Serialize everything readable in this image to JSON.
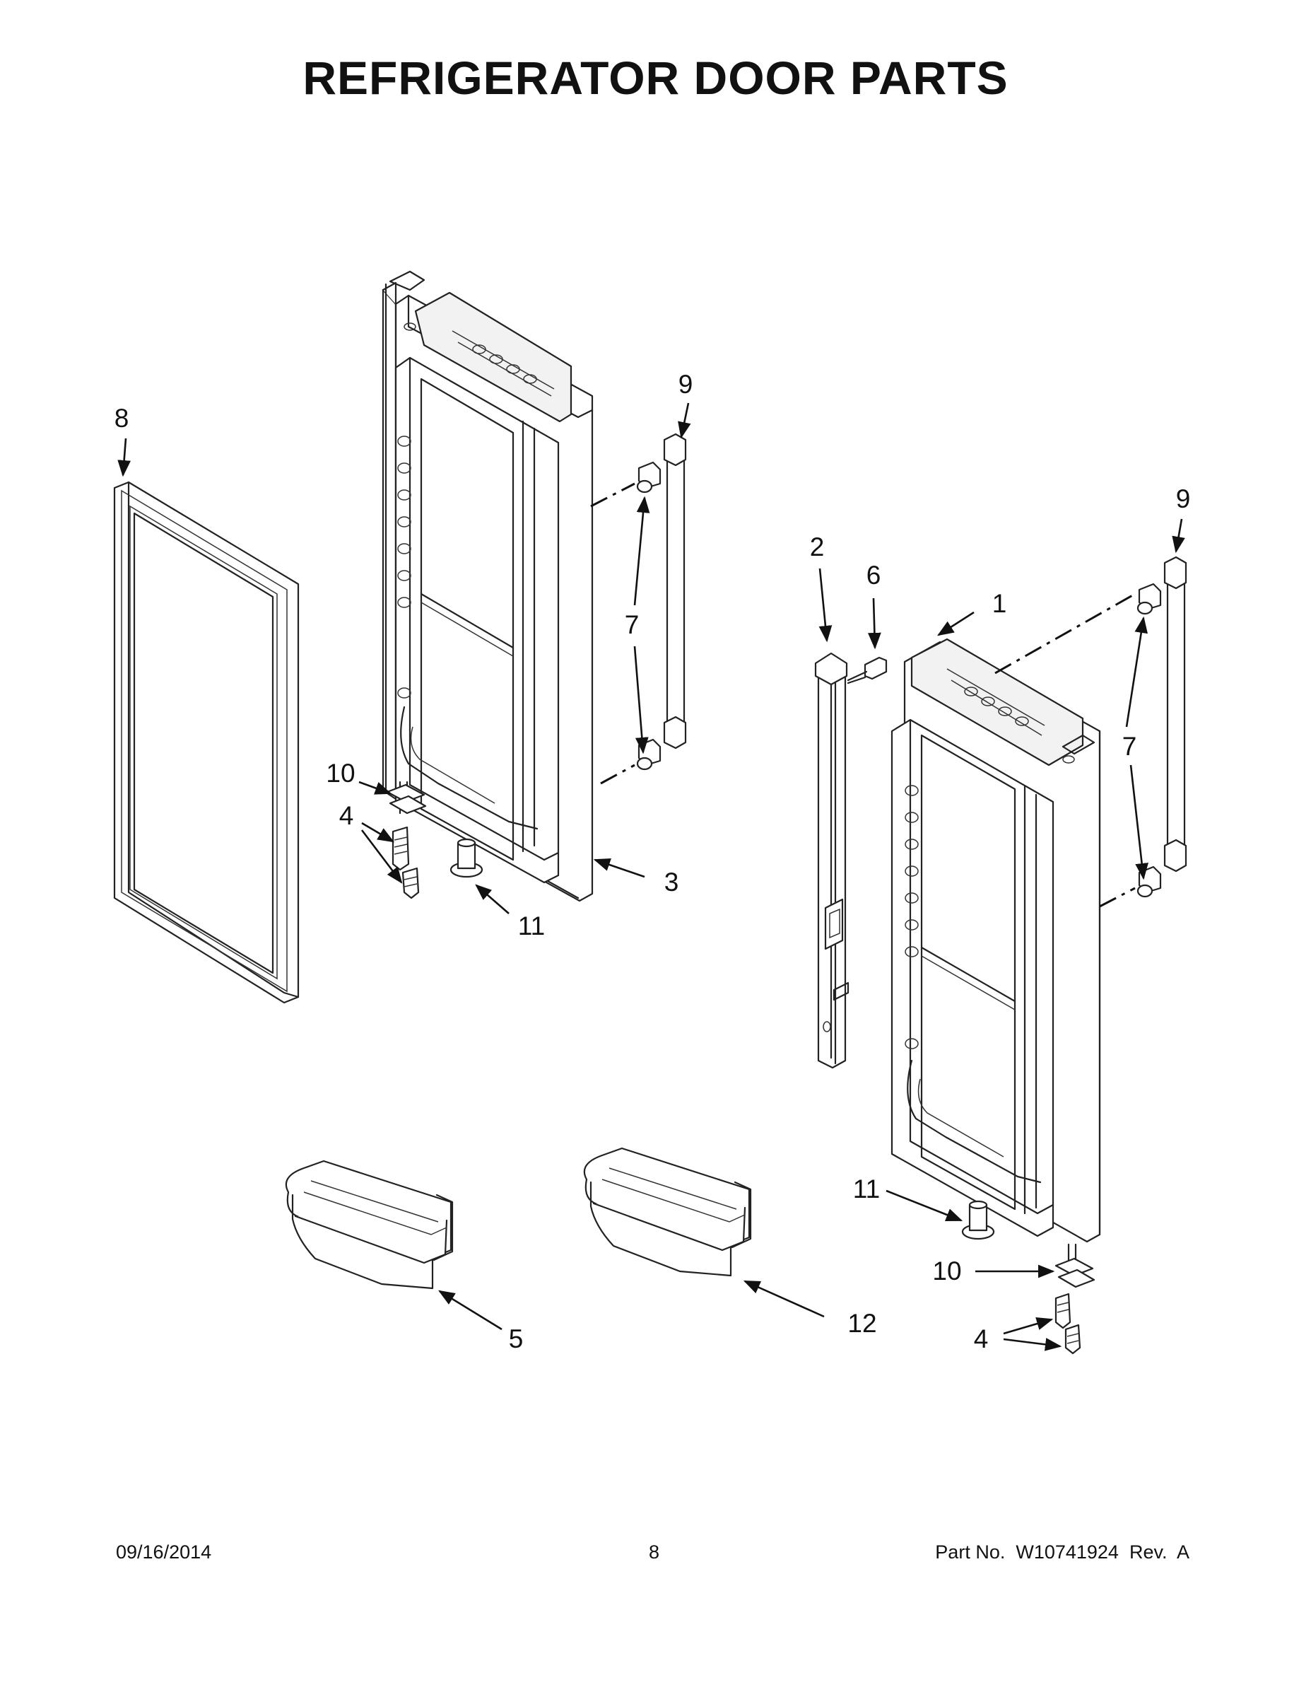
{
  "title": "REFRIGERATOR DOOR PARTS",
  "footer": {
    "date": "09/16/2014",
    "page": "8",
    "part_number": "Part No.  W10741924  Rev.  A"
  },
  "callouts": {
    "c8": "8",
    "c9_left": "9",
    "c7_left": "7",
    "c10_left": "10",
    "c4_left": "4",
    "c11_left": "11",
    "c3": "3",
    "c2": "2",
    "c6": "6",
    "c1": "1",
    "c9_right": "9",
    "c7_right": "7",
    "c11_right": "11",
    "c10_right": "10",
    "c4_right": "4",
    "c5": "5",
    "c12": "12"
  }
}
